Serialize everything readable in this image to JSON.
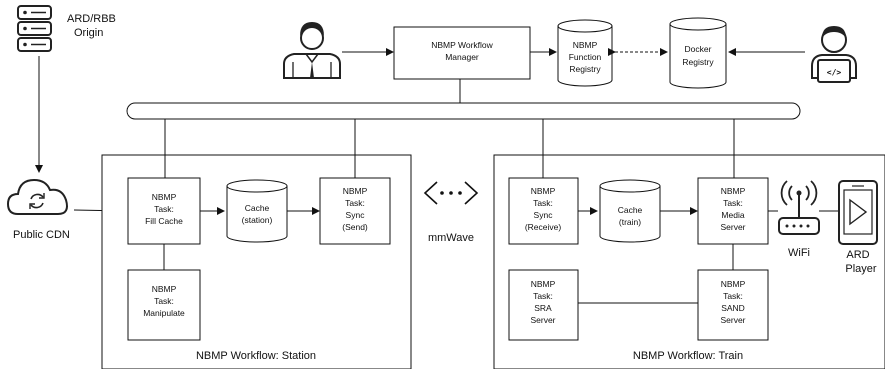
{
  "origin": {
    "line1": "ARD/RBB",
    "line2": "Origin"
  },
  "cdn": {
    "label": "Public  CDN"
  },
  "workflow_manager": {
    "line1": "NBMP Workflow",
    "line2": "Manager"
  },
  "function_registry": {
    "line1": "NBMP",
    "line2": "Function",
    "line3": "Registry"
  },
  "docker_registry": {
    "line1": "Docker",
    "line2": "Registry"
  },
  "station": {
    "title": "NBMP Workflow: Station",
    "fill_cache": {
      "line1": "NBMP",
      "line2": "Task:",
      "line3": "Fill Cache"
    },
    "cache": {
      "line1": "Cache",
      "line2": "(station)"
    },
    "sync_send": {
      "line1": "NBMP",
      "line2": "Task:",
      "line3": "Sync",
      "line4": "(Send)"
    },
    "manipulate": {
      "line1": "NBMP",
      "line2": "Task:",
      "line3": "Manipulate"
    }
  },
  "mmwave": {
    "label": "mmWave"
  },
  "train": {
    "title": "NBMP Workflow: Train",
    "sync_receive": {
      "line1": "NBMP",
      "line2": "Task:",
      "line3": "Sync",
      "line4": "(Receive)"
    },
    "cache": {
      "line1": "Cache",
      "line2": "(train)"
    },
    "media_server": {
      "line1": "NBMP",
      "line2": "Task:",
      "line3": "Media",
      "line4": "Server"
    },
    "sra_server": {
      "line1": "NBMP",
      "line2": "Task:",
      "line3": "SRA",
      "line4": "Server"
    },
    "sand_server": {
      "line1": "NBMP",
      "line2": "Task:",
      "line3": "SAND",
      "line4": "Server"
    }
  },
  "wifi": {
    "label": "WiFi"
  },
  "player": {
    "line1": "ARD",
    "line2": "Player"
  },
  "icons": [
    "database-icon",
    "cloud-sync-icon",
    "person-manager-icon",
    "developer-laptop-icon",
    "wireless-antenna-icon",
    "router-icon",
    "mobile-player-icon"
  ]
}
